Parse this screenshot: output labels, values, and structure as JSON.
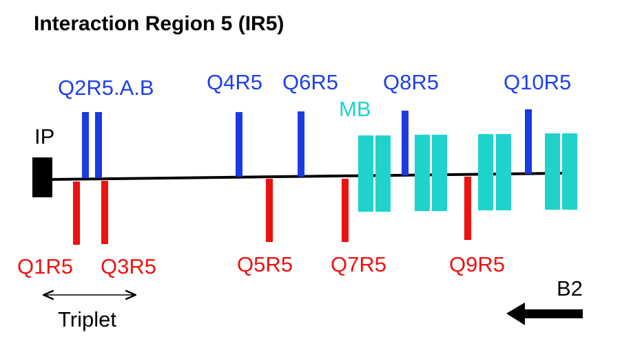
{
  "title": "Interaction Region 5 (IR5)",
  "ip_label": "IP",
  "mb_label": "MB",
  "beam_label": "B2",
  "triplet_label": "Triplet",
  "focusing_magnets": [
    "Q2R5.A.B",
    "Q4R5",
    "Q6R5",
    "Q8R5",
    "Q10R5"
  ],
  "defocusing_magnets": [
    "Q1R5",
    "Q3R5",
    "Q5R5",
    "Q7R5",
    "Q9R5"
  ],
  "colors": {
    "focusing": "#1a3be0",
    "defocusing": "#ee1111",
    "dipole": "#1fd3cc",
    "beamline": "#000000"
  }
}
